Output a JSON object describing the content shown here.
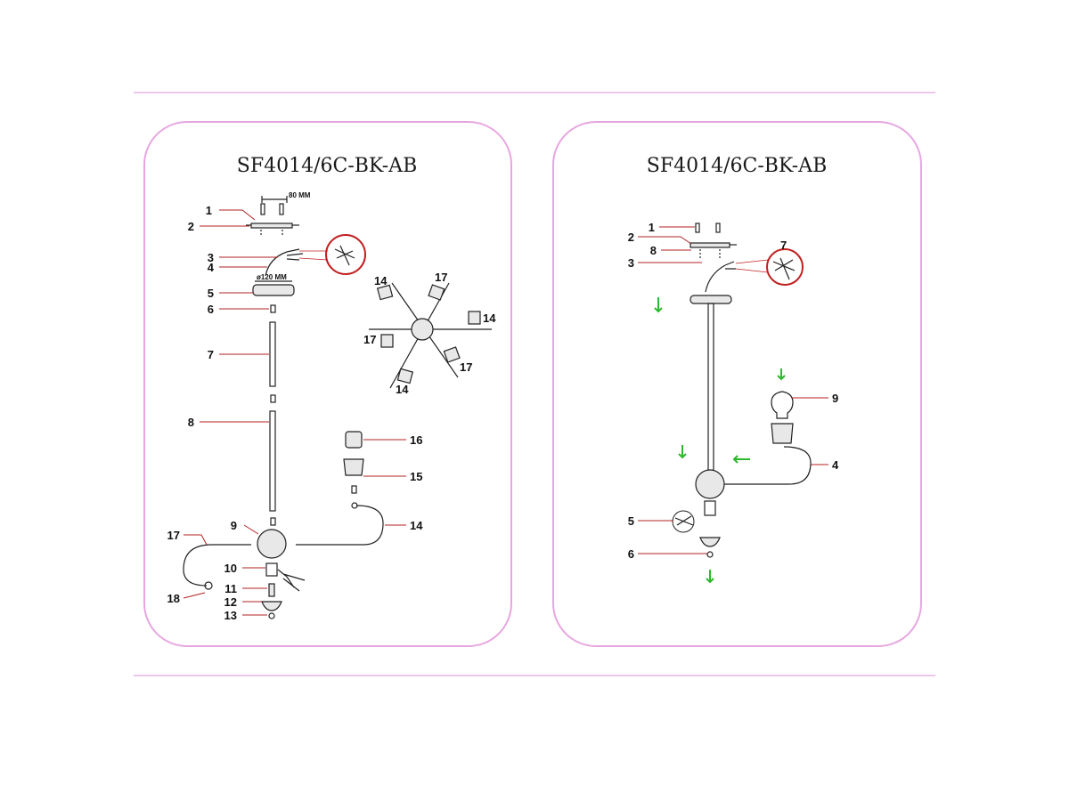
{
  "colors": {
    "panel_border": "#e8a6e0",
    "rule_line": "#e9b3e4",
    "leader_line": "#b02020",
    "guide_arrow": "#2db82d",
    "text": "#111111"
  },
  "left_panel": {
    "title": "SF4014/6C-BK-AB",
    "dimensions": {
      "mount_spacing": "80 MM",
      "canopy_diameter": "ø120 MM"
    },
    "callouts": [
      "1",
      "2",
      "3",
      "4",
      "5",
      "6",
      "7",
      "8",
      "9",
      "10",
      "11",
      "12",
      "13",
      "14",
      "15",
      "16",
      "17",
      "18"
    ],
    "top_view_callouts": [
      "14",
      "17",
      "14",
      "17",
      "14",
      "17"
    ]
  },
  "right_panel": {
    "title": "SF4014/6C-BK-AB",
    "callouts": [
      "1",
      "2",
      "8",
      "3",
      "7",
      "9",
      "4",
      "5",
      "6"
    ]
  }
}
